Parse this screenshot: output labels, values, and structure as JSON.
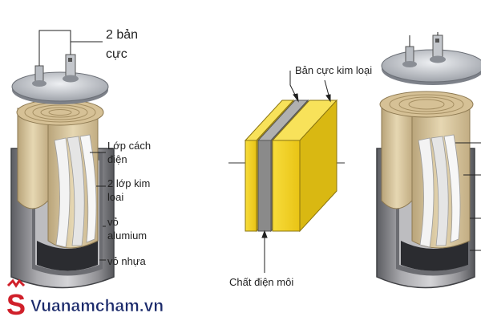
{
  "labels": {
    "terminals_line1": "2 bản",
    "terminals_line2": "cực",
    "insulation_line1": "Lớp cách",
    "insulation_line2": "điện",
    "metal_line1": "2 lớp kim",
    "metal_line2": "loai",
    "aluminum_line1": "vỏ",
    "aluminum_line2": "alumium",
    "plastic": "vỏ nhựa",
    "plate": "Bản cực kim loại",
    "dielectric": "Chất điện môi"
  },
  "watermark": {
    "text": "Vuanamcham.vn",
    "logo_letter": "S"
  },
  "colors": {
    "can_gray": "#8e8e92",
    "can_dark": "#55565a",
    "paper_beige": "#d9c8a2",
    "plate_yellow": "#f2cf1d",
    "dielectric_gray": "#8a8a8a",
    "watermark_red": "#d0202a",
    "watermark_blue": "#1b2a6b"
  }
}
